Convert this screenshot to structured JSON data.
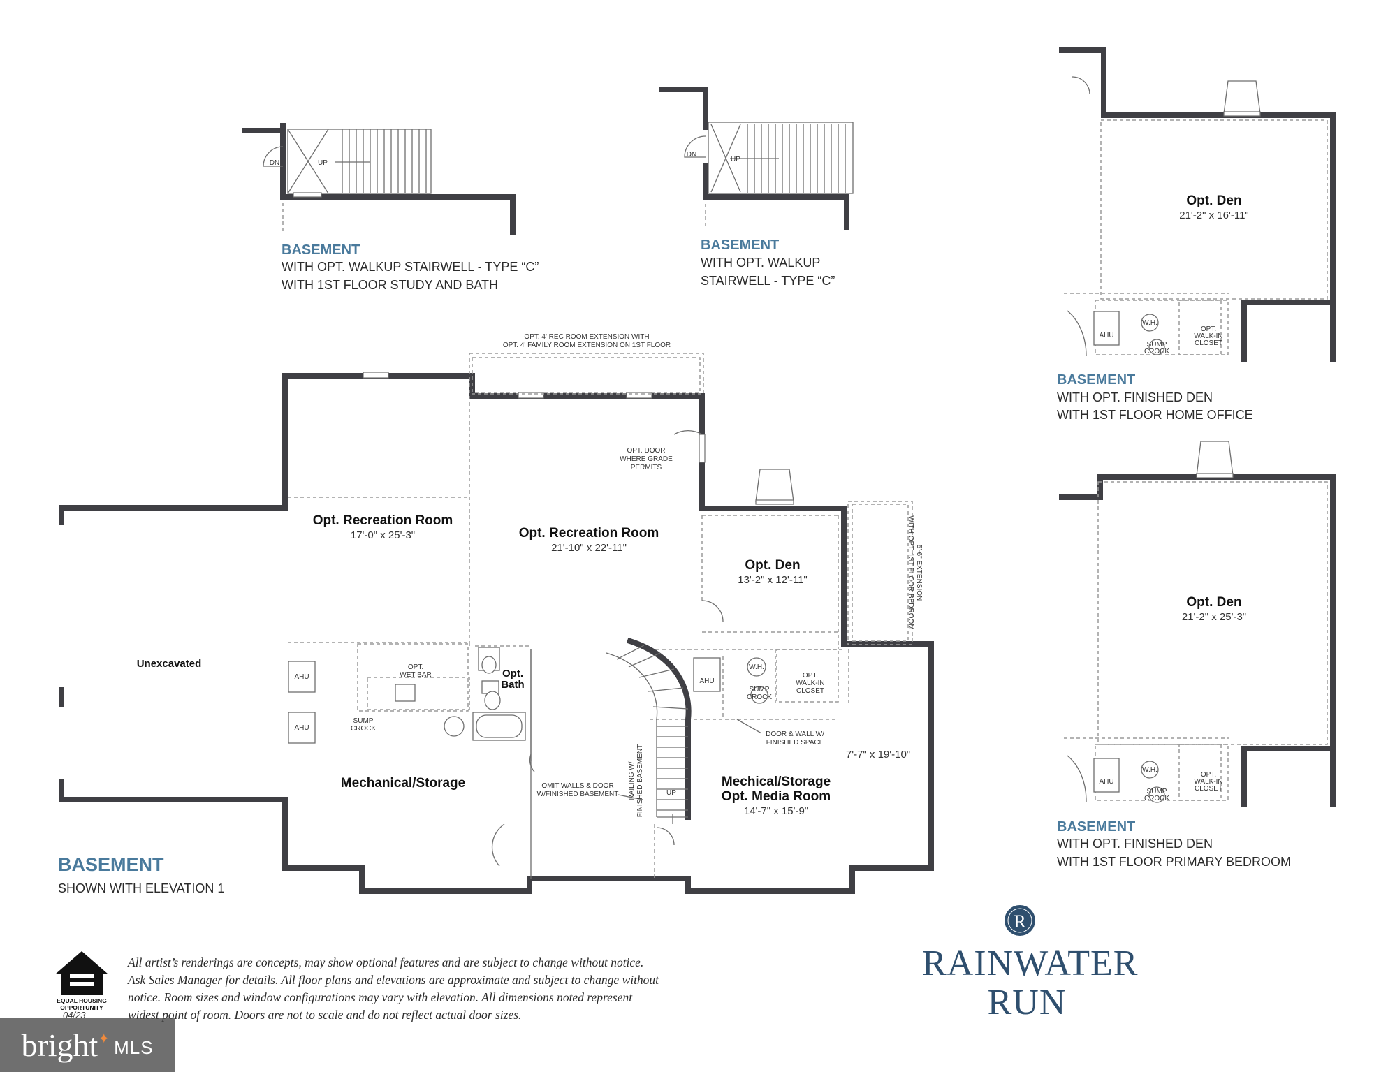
{
  "variants": [
    {
      "heading": "BASEMENT",
      "line1": "WITH OPT. WALKUP STAIRWELL - TYPE “C”",
      "line2": "WITH 1ST FLOOR STUDY AND BATH"
    },
    {
      "heading": "BASEMENT",
      "line1": "WITH OPT. WALKUP",
      "line2": "STAIRWELL - TYPE “C”"
    },
    {
      "heading": "BASEMENT",
      "line1": "WITH OPT. FINISHED DEN",
      "line2": "WITH 1ST FLOOR HOME OFFICE"
    },
    {
      "heading": "BASEMENT",
      "line1": "WITH OPT. FINISHED DEN",
      "line2": "WITH 1ST FLOOR PRIMARY BEDROOM"
    }
  ],
  "stair_labels": {
    "dn": "DN",
    "up": "UP"
  },
  "main": {
    "heading": "BASEMENT",
    "subheading": "SHOWN WITH ELEVATION 1"
  },
  "rooms": {
    "rec_left": {
      "name": "Opt. Recreation Room",
      "dim": "17'-0\" x 25'-3\""
    },
    "rec_center": {
      "name": "Opt. Recreation Room",
      "dim": "21'-10\" x 22'-11\""
    },
    "den_main": {
      "name": "Opt. Den",
      "dim": "13'-2\" x 12'-11\""
    },
    "den_top": {
      "name": "Opt. Den",
      "dim": "21'-2\" x 16'-11\""
    },
    "den_bottom": {
      "name": "Opt. Den",
      "dim": "21'-2\" x 25'-3\""
    },
    "unexcavated": {
      "name": "Unexcavated"
    },
    "bath": {
      "name1": "Opt.",
      "name2": "Bath"
    },
    "mech_left": {
      "name": "Mechanical/Storage"
    },
    "mech_right": {
      "name1": "Mechical/Storage",
      "name2": "Opt. Media Room",
      "dim": "14'-7\" x 15'-9\""
    },
    "side_dim": "7'-7\" x 19'-10\""
  },
  "notes": {
    "rec_ext_1": "OPT. 4' REC ROOM EXTENSION WITH",
    "rec_ext_2": "OPT. 4' FAMILY ROOM EXTENSION ON 1ST FLOOR",
    "opt_door_1": "OPT. DOOR",
    "opt_door_2": "WHERE GRADE",
    "opt_door_3": "PERMITS",
    "ext_1": "5'-6\" EXTENSION",
    "ext_2": "WITH OPT. 1ST FLOOR BEDROOM",
    "wetbar_1": "OPT.",
    "wetbar_2": "WET BAR",
    "ahu": "AHU",
    "wh": "W.H.",
    "sump_1": "SUMP",
    "sump_2": "CROCK",
    "closet_1": "OPT.",
    "closet_2": "WALK-IN",
    "closet_3": "CLOSET",
    "door_wall_1": "DOOR & WALL W/",
    "door_wall_2": "FINISHED SPACE",
    "omit_1": "OMIT WALLS & DOOR",
    "omit_2": "W/FINISHED BASEMENT",
    "railing_1": "RAILING W/",
    "railing_2": "FINISHED BASEMENT",
    "up": "UP"
  },
  "disclaimer": [
    "All artist’s renderings are concepts, may show optional features and are subject to change without notice.",
    "Ask Sales Manager for details. All floor plans and elevations are approximate and subject to change without",
    "notice. Room sizes and window configurations may vary with elevation. All dimensions noted represent",
    "widest point of room. Doors are not to scale and do not reflect actual door sizes."
  ],
  "equal_housing": {
    "line1": "EQUAL HOUSING",
    "line2": "OPPORTUNITY",
    "date": "04/23"
  },
  "brand": {
    "monogram": "R",
    "line1": "RAINWATER",
    "line2": "RUN"
  },
  "watermark": {
    "word": "bright",
    "suffix": "MLS"
  },
  "colors": {
    "wall": "#3f3f44",
    "heading": "#4a7a9c",
    "brand": "#2f4f6e",
    "watermark_accent": "#f08a3c"
  }
}
